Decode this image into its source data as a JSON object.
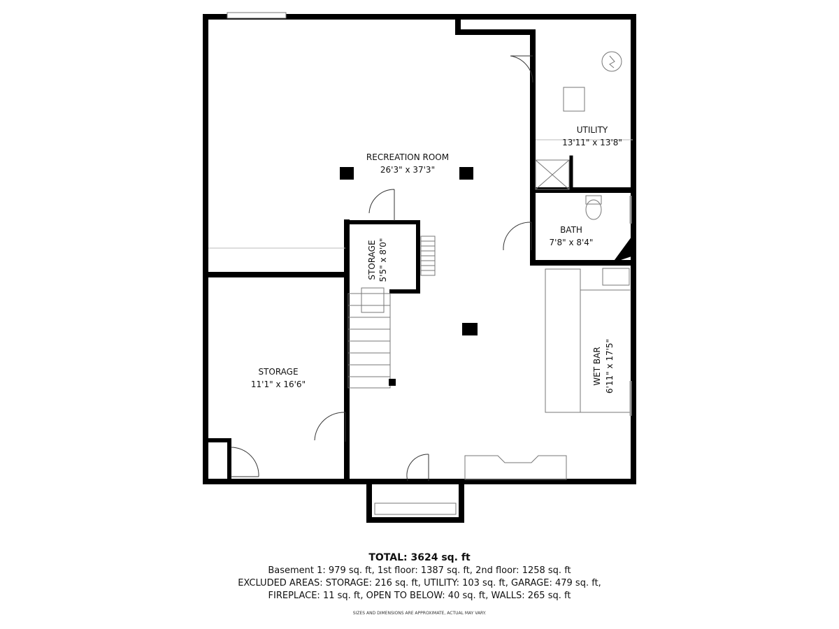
{
  "rooms": [
    {
      "name": "RECREATION ROOM",
      "size": "26'3\" x 37'3\""
    },
    {
      "name": "UTILITY",
      "size": "13'11\" x 13'8\""
    },
    {
      "name": "BATH",
      "size": "7'8\" x 8'4\""
    },
    {
      "name": "STORAGE",
      "size": "5'5\" x 8'0\""
    },
    {
      "name": "STORAGE",
      "size": "11'1\" x 16'6\""
    },
    {
      "name": "WET BAR",
      "size": "6'11\" x 17'5\""
    }
  ],
  "summary": {
    "total": "TOTAL: 3624 sq. ft",
    "floors": "Basement 1: 979 sq. ft, 1st floor: 1387 sq. ft, 2nd floor: 1258 sq. ft",
    "excluded_1": "EXCLUDED AREAS: STORAGE: 216 sq. ft, UTILITY: 103 sq. ft, GARAGE: 479 sq. ft,",
    "excluded_2": "FIREPLACE: 11 sq. ft, OPEN TO BELOW: 40 sq. ft, WALLS: 265 sq. ft",
    "disclaimer": "SIZES AND DIMENSIONS ARE APPROXIMATE, ACTUAL MAY VARY."
  },
  "colors": {
    "wall": "#000000",
    "fixture": "#777777"
  }
}
